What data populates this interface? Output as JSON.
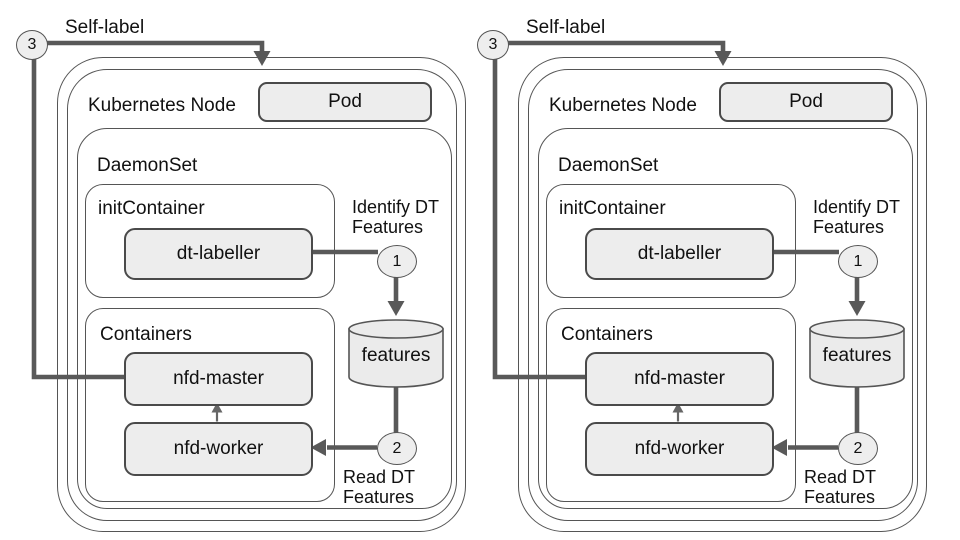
{
  "panel": {
    "node": {
      "label": "Kubernetes Node"
    },
    "pod": {
      "label": "Pod"
    },
    "daemonset": {
      "label": "DaemonSet"
    },
    "init_container": {
      "label": "initContainer"
    },
    "dt_labeller": {
      "label": "dt-labeller"
    },
    "containers": {
      "label": "Containers"
    },
    "nfd_master": {
      "label": "nfd-master"
    },
    "nfd_worker": {
      "label": "nfd-worker"
    },
    "features_store": {
      "label": "features"
    },
    "steps": {
      "identify": {
        "number": "1",
        "line1": "Identify DT",
        "line2": "Features"
      },
      "read": {
        "number": "2",
        "line1": "Read DT",
        "line2": "Features"
      },
      "self_label": {
        "number": "3",
        "label": "Self-label"
      }
    }
  },
  "colors": {
    "background": "#ffffff",
    "box_fill": "#ededed",
    "box_border": "#4a4a4a",
    "outline": "#555555",
    "arrow": "#595959",
    "text": "#111111"
  }
}
